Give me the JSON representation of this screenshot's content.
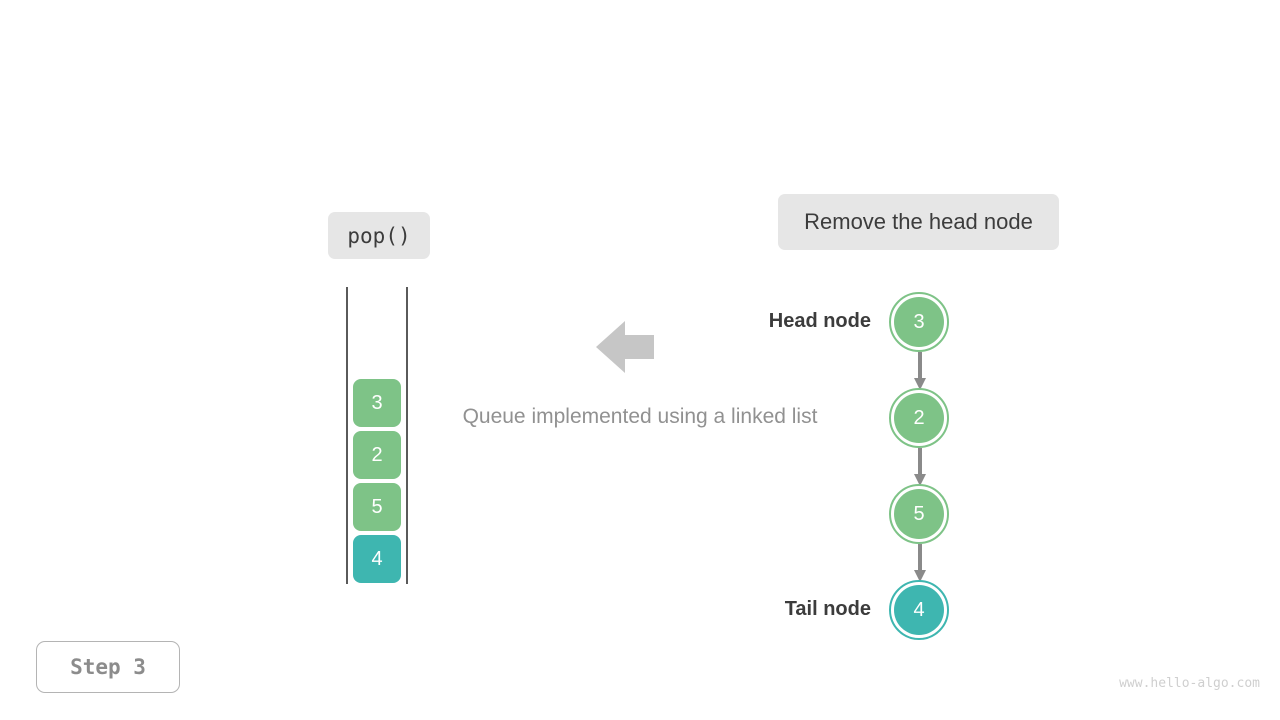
{
  "operation_label": "pop()",
  "action_label": "Remove the head node",
  "caption": "Queue implemented using a linked list",
  "step_badge": "Step  3",
  "watermark": "www.hello-algo.com",
  "colors": {
    "green": "#7ec387",
    "teal": "#3eb6b0",
    "pill_bg": "#e6e6e6",
    "arrow_gray": "#c6c6c6",
    "link_gray": "#8a8a8a",
    "rail": "#5a5a5a",
    "caption_text": "#919191",
    "label_text": "#3c3c3c",
    "badge_text": "#8c8c8c"
  },
  "icons": {
    "flow_arrow": "arrow-left-icon",
    "link_arrow": "arrow-down-icon"
  },
  "queue": {
    "cells": [
      {
        "value": "3",
        "color": "green"
      },
      {
        "value": "2",
        "color": "green"
      },
      {
        "value": "5",
        "color": "green"
      },
      {
        "value": "4",
        "color": "teal"
      }
    ]
  },
  "linked_list": {
    "head_label": "Head node",
    "tail_label": "Tail node",
    "nodes": [
      {
        "value": "3",
        "color": "green"
      },
      {
        "value": "2",
        "color": "green"
      },
      {
        "value": "5",
        "color": "green"
      },
      {
        "value": "4",
        "color": "teal"
      }
    ]
  }
}
